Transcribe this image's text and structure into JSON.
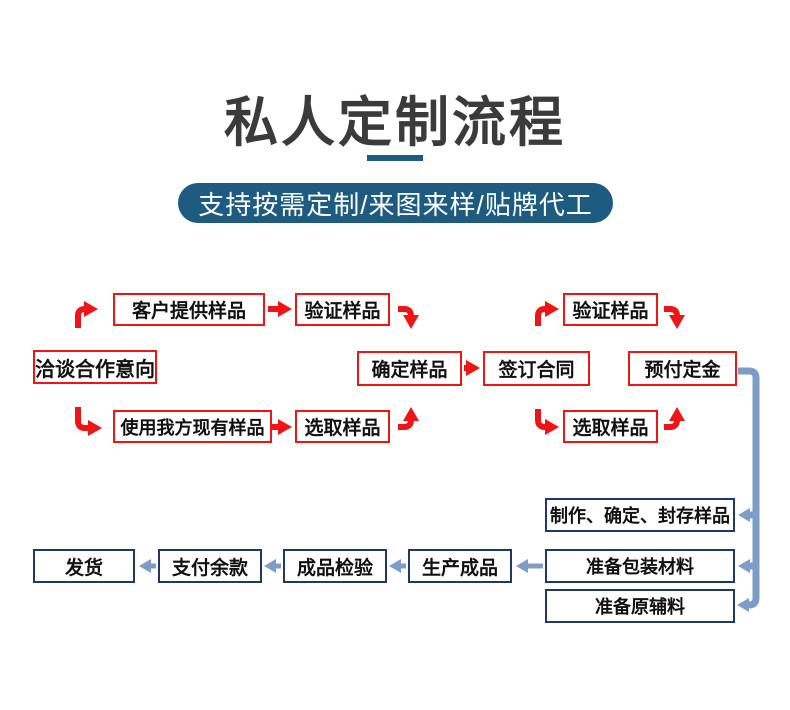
{
  "title": "私人定制流程",
  "banner": "支持按需定制/来图来样/贴牌代工",
  "flow": {
    "negotiate": "洽谈合作意向",
    "customer_sample": "客户提供样品",
    "verify_sample_1": "验证样品",
    "use_our_sample": "使用我方现有样品",
    "select_sample_1": "选取样品",
    "confirm_sample": "确定样品",
    "sign_contract": "签订合同",
    "verify_sample_2": "验证样品",
    "select_sample_2": "选取样品",
    "prepay_deposit": "预付定金",
    "make_confirm_seal_sample": "制作、确定、封存样品",
    "prepare_packaging": "准备包装材料",
    "prepare_raw_materials": "准备原辅料",
    "produce_goods": "生产成品",
    "inspect_goods": "成品检验",
    "pay_balance": "支付余款",
    "ship_goods": "发货"
  },
  "colors": {
    "accent_red": "#ed1515",
    "steel_blue": "#7d9dc7",
    "navy_border": "#1f3864",
    "teal_banner": "#1e5b80",
    "title_gray": "#3b3b3b"
  }
}
